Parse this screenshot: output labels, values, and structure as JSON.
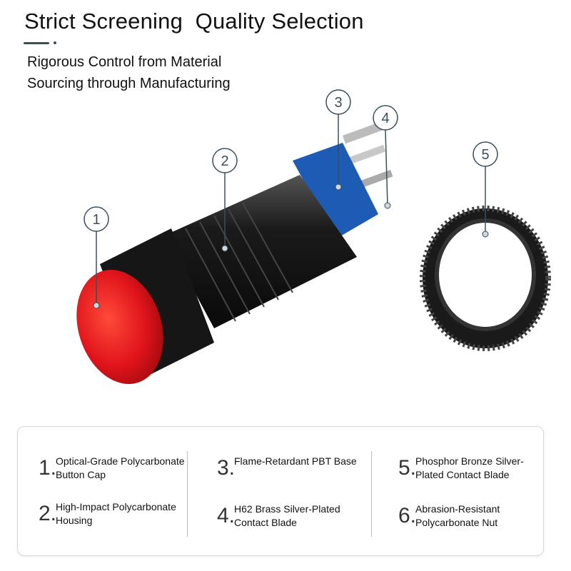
{
  "header": {
    "title": "Strict Screening  Quality Selection",
    "subtitle_line1": "Rigorous Control from Material",
    "subtitle_line2": "Sourcing through Manufacturing"
  },
  "callouts": [
    "1",
    "2",
    "3",
    "4",
    "5"
  ],
  "colors": {
    "accent": "#3a4f5c",
    "cap": "#e0141b",
    "body": "#1a1a1a",
    "base": "#1e5bb5"
  },
  "legend": [
    {
      "num": "1.",
      "line1": "Optical-Grade Polycarbonate",
      "line2": "Button Cap"
    },
    {
      "num": "2.",
      "line1": "High-Impact Polycarbonate",
      "line2": "Housing"
    },
    {
      "num": "3.",
      "line1": "Flame-Retardant PBT Base",
      "line2": ""
    },
    {
      "num": "4.",
      "line1": "H62 Brass Silver-Plated",
      "line2": "Contact Blade"
    },
    {
      "num": "5.",
      "line1": "Phosphor Bronze Silver-",
      "line2": "Plated Contact Blade"
    },
    {
      "num": "6.",
      "line1": "Abrasion-Resistant",
      "line2": "Polycarbonate Nut"
    }
  ]
}
